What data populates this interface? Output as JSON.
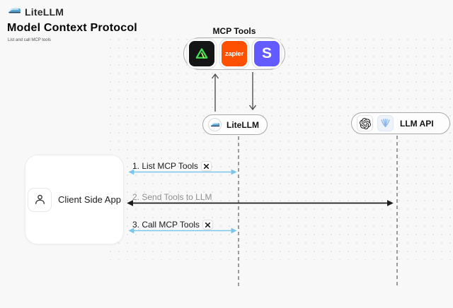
{
  "header": {
    "brand": "LiteLLM",
    "title": "Model Context Protocol",
    "subtitle": "List and call MCP tools"
  },
  "mcp_group": {
    "label": "MCP Tools",
    "tiles": [
      {
        "icon": "triangle-tool-logo",
        "text": ""
      },
      {
        "icon": "zapier-logo",
        "text": "zapier"
      },
      {
        "icon": "stripe-logo",
        "text": "S"
      }
    ]
  },
  "nodes": {
    "litellm": {
      "label": "LiteLLM",
      "icon": "litellm-train-logo"
    },
    "llm_api": {
      "label": "LLM API",
      "icons": [
        "openai-logo",
        "llm-provider-logo"
      ]
    },
    "client": {
      "label": "Client Side App",
      "icon": "person-icon"
    }
  },
  "sequence": [
    {
      "label": "1. List MCP Tools",
      "tool_badge": true,
      "style": "blue"
    },
    {
      "label": "2. Send Tools to LLM",
      "tool_badge": false,
      "style": "black"
    },
    {
      "label": "3. Call MCP Tools",
      "tool_badge": true,
      "style": "blue"
    }
  ],
  "colors": {
    "background": "#f8f8f8",
    "arrow_blue": "#7cc6ea",
    "arrow_black": "#1c1c1c",
    "lifeline": "#9c9c9c",
    "connector_gray": "#4f4f4f",
    "zapier_orange": "#ff4f00",
    "stripe_purple": "#635bff",
    "tile_dark": "#151515",
    "triangle_green": "#3fe054",
    "muted_label": "#8f8f8f"
  }
}
